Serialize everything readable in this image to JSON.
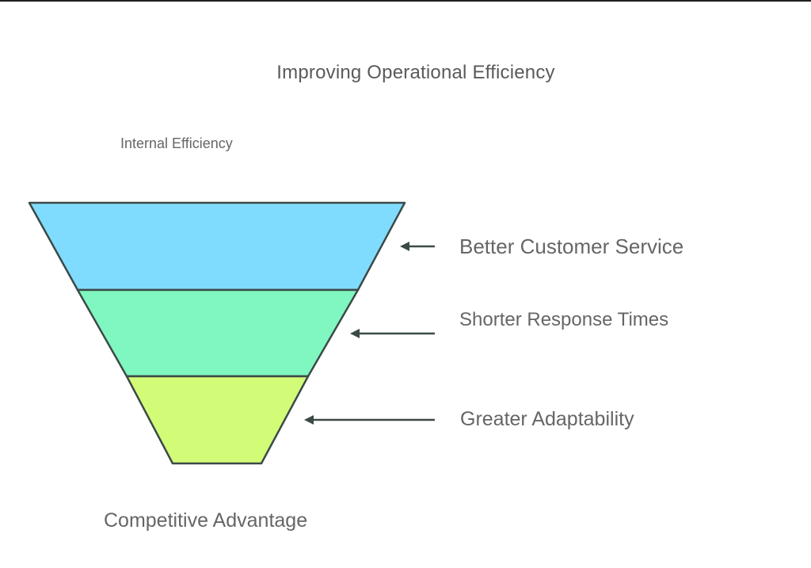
{
  "title": "Improving Operational Efficiency",
  "top_label": "Internal Efficiency",
  "bottom_label": "Competitive Advantage",
  "layers": [
    {
      "label": "Better Customer Service",
      "color": "#80dcff"
    },
    {
      "label": "Shorter Response Times",
      "color": "#80f7c0"
    },
    {
      "label": "Greater Adaptability",
      "color": "#d2fb78"
    }
  ],
  "colors": {
    "outline": "#3b4a47",
    "arrow": "#3b4a47",
    "text": "#666666"
  }
}
